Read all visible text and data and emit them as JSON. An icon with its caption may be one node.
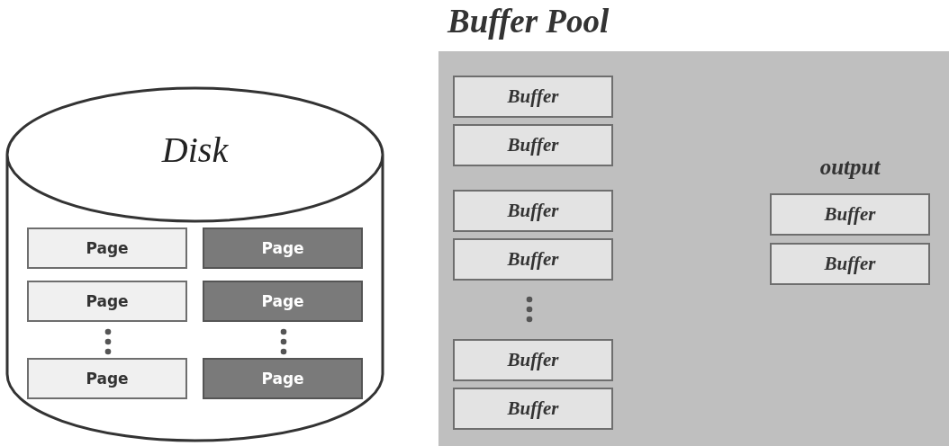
{
  "diagram": {
    "nodes": [
      {
        "text": [
          "Disk"
        ]
      },
      {
        "text": [
          "Page"
        ],
        "in": 0
      },
      {
        "text": [
          "Page"
        ],
        "in": 0
      },
      {
        "text": [
          "Page"
        ],
        "in": 0
      },
      {
        "text": [
          "Page"
        ],
        "in": 0
      },
      {
        "text": [
          "Page"
        ],
        "in": 0
      },
      {
        "text": [
          "Page"
        ],
        "in": 0
      },
      {
        "text": [
          "Buffer Pool"
        ]
      },
      {
        "text": [
          "Buffer"
        ],
        "in": 7
      },
      {
        "text": [
          "Buffer"
        ],
        "in": 7
      },
      {
        "text": [
          "Buffer"
        ],
        "in": 7
      },
      {
        "text": [
          "Buffer"
        ],
        "in": 7
      },
      {
        "text": [
          "Buffer"
        ],
        "in": 7
      },
      {
        "text": [
          "Buffer"
        ],
        "in": 7
      },
      {
        "text": [
          "Buffer"
        ],
        "in": 7
      },
      {
        "text": [
          "Buffer"
        ],
        "in": 7
      }
    ],
    "edges": [],
    "labels": [
      "output"
    ]
  }
}
